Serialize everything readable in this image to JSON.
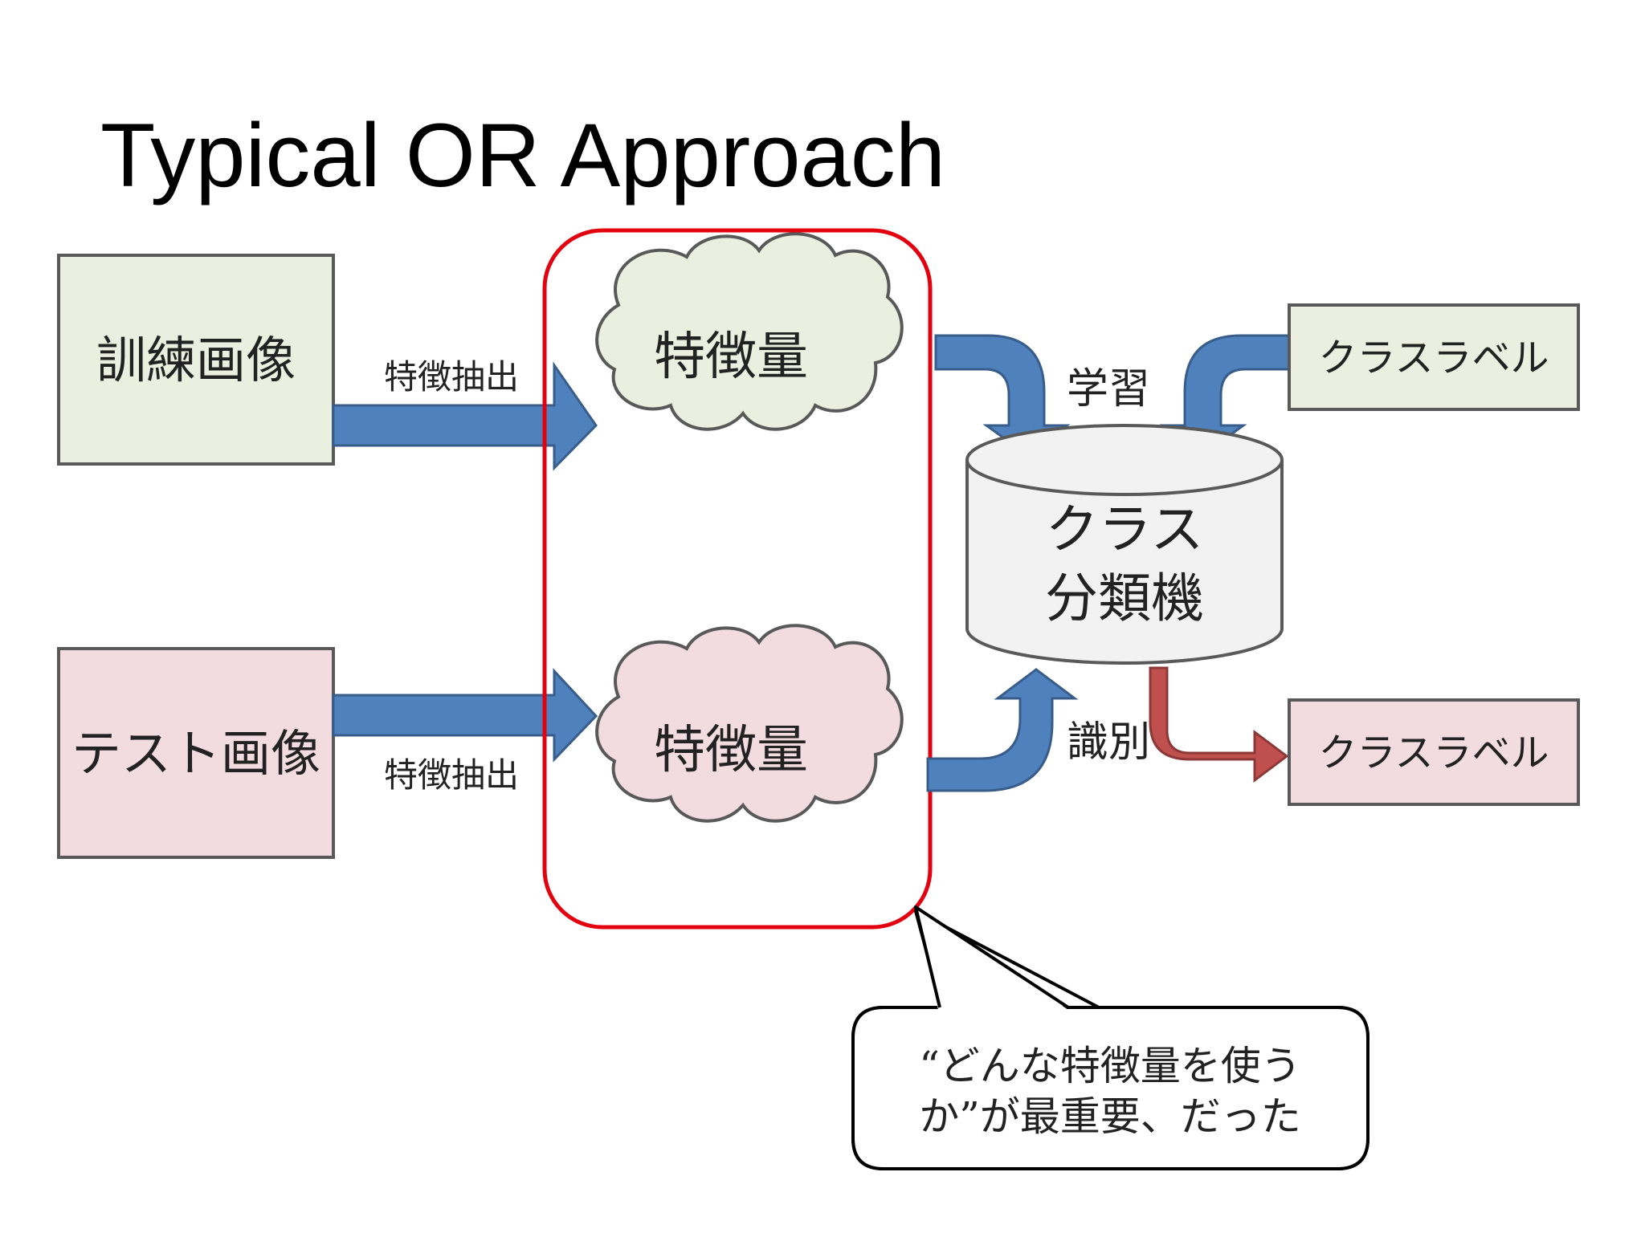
{
  "slide": {
    "title": "Typical OR Approach"
  },
  "training": {
    "image_label": "訓練画像",
    "extract_label": "特徴抽出",
    "feature_label": "特徴量"
  },
  "test": {
    "image_label": "テスト画像",
    "extract_label": "特徴抽出",
    "feature_label": "特徴量"
  },
  "classifier": {
    "label_line1": "クラス",
    "label_line2": "分類機"
  },
  "flows": {
    "learn_label": "学習",
    "identify_label": "識別"
  },
  "class_label": {
    "top": "クラスラベル",
    "bottom": "クラスラベル"
  },
  "callout": {
    "line1": "“どんな特徴量を使う",
    "line2": "か”が最重要、だった"
  },
  "colors": {
    "train_fill": "#ebefdf",
    "test_fill": "#f2dcdf",
    "arrow_blue": "#4f81bd",
    "arrow_blue_stroke": "#385d8a",
    "arrow_red": "#c0504d",
    "arrow_red_stroke": "#8c3836",
    "highlight_red": "#e3000f",
    "box_stroke": "#595959",
    "cylinder_fill": "#f2f2f2"
  }
}
